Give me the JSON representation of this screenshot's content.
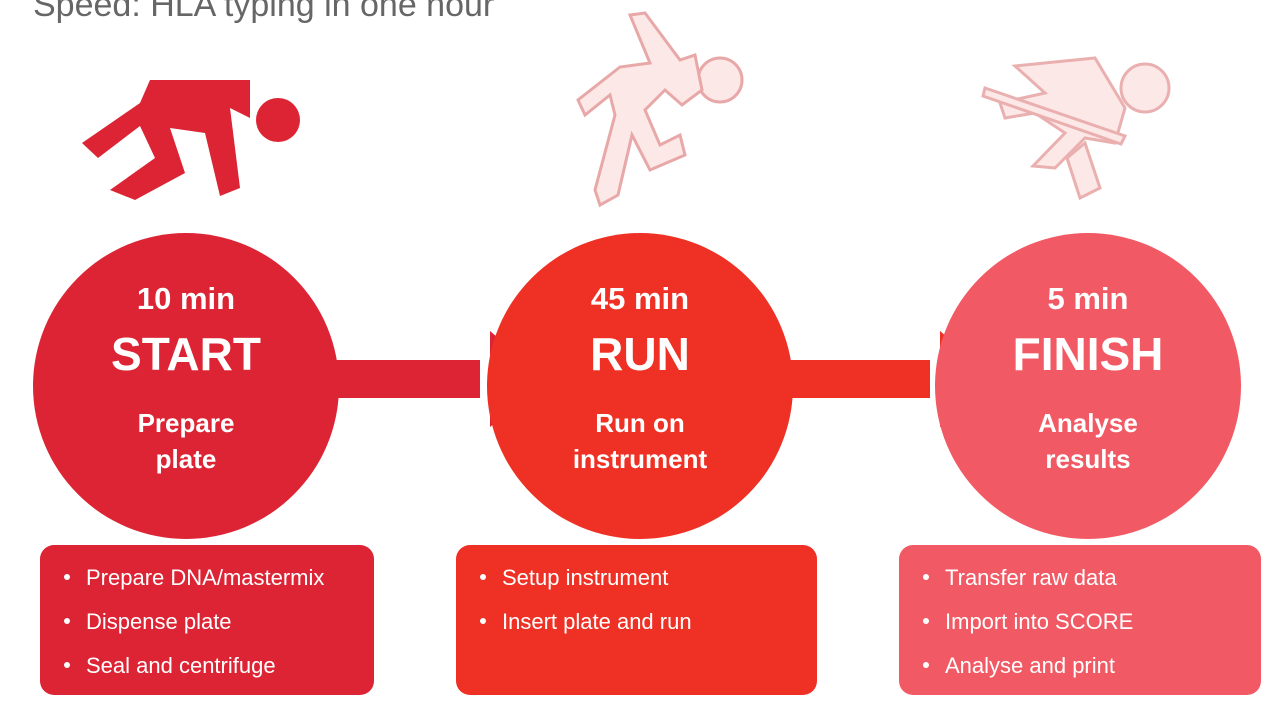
{
  "title": "Speed: HLA typing in one hour",
  "colors": {
    "start": "#dc2434",
    "run": "#ee3124",
    "finish": "#f15a64"
  },
  "stages": [
    {
      "time": "10 min",
      "name": "START",
      "desc_line1": "Prepare",
      "desc_line2": "plate",
      "icon": "crouching-runner-icon",
      "tasks": [
        "Prepare DNA/mastermix",
        "Dispense plate",
        "Seal and centrifuge"
      ]
    },
    {
      "time": "45 min",
      "name": "RUN",
      "desc_line1": "Run on",
      "desc_line2": "instrument",
      "icon": "sprinting-runner-icon",
      "tasks": [
        "Setup instrument",
        "Insert plate and run"
      ]
    },
    {
      "time": "5 min",
      "name": "FINISH",
      "desc_line1": "Analyse",
      "desc_line2": "results",
      "icon": "finish-line-runner-icon",
      "tasks": [
        "Transfer raw data",
        "Import into SCORE",
        "Analyse and print"
      ]
    }
  ]
}
